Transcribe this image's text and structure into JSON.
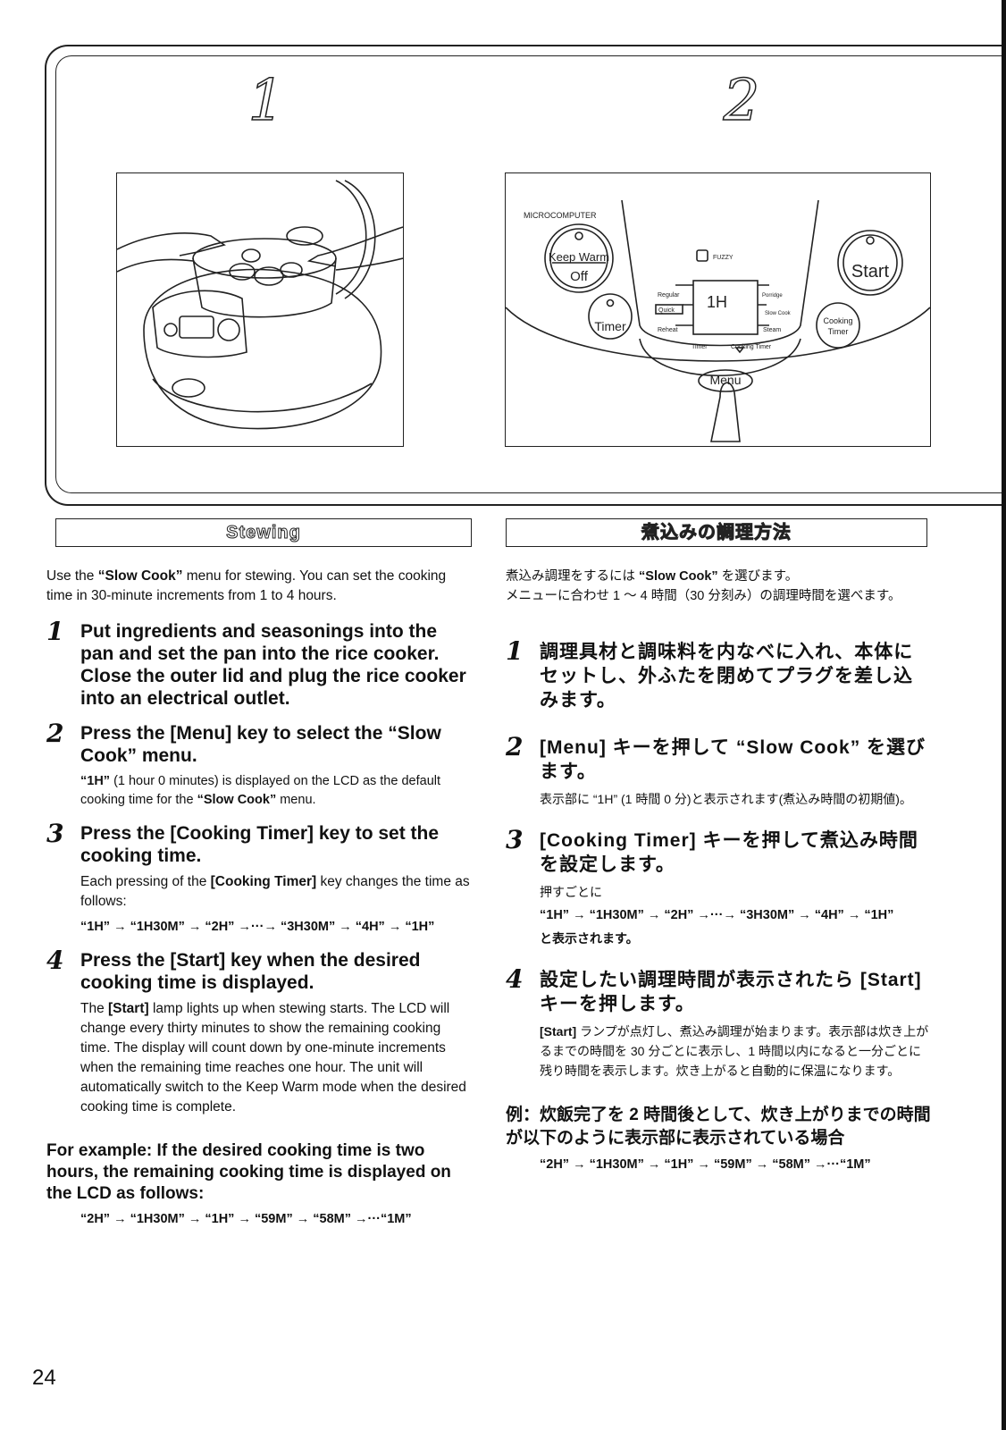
{
  "figures": {
    "step1_num": "1",
    "step2_num": "2",
    "panel": {
      "brand": "MICROCOMPUTER",
      "fuzzy": "FUZZY",
      "keep_warm": "Keep Warm",
      "off": "Off",
      "timer": "Timer",
      "start": "Start",
      "cooking_timer_1": "Cooking",
      "cooking_timer_2": "Timer",
      "regular": "Regular",
      "quick": "Quick",
      "reheat": "Reheat",
      "porridge": "Porridge",
      "slow_cook": "Slow Cook",
      "steam": "Steam",
      "lcd_text": "1H",
      "lcd_timer": "Timer",
      "lcd_cooking_timer": "Cooking Timer",
      "menu": "Menu"
    }
  },
  "english": {
    "header": "Stewing",
    "intro_pre": "Use the ",
    "intro_bold": "“Slow Cook”",
    "intro_post": " menu for stewing. You can set the cooking time in 30-minute increments from 1 to 4 hours.",
    "steps": [
      {
        "num": "1",
        "title": "Put ingredients and seasonings into the pan and set the pan into the rice cooker. Close the outer lid and plug the rice cooker into an electrical outlet."
      },
      {
        "num": "2",
        "title": "Press the [Menu] key to select the “Slow Cook” menu.",
        "desc_b1": "“1H”",
        "desc_1": " (1 hour 0 minutes) is displayed on the LCD as the default cooking time for the ",
        "desc_b2": "“Slow Cook”",
        "desc_2": " menu."
      },
      {
        "num": "3",
        "title": "Press the [Cooking Timer] key to set the cooking time.",
        "desc_1": "Each pressing of the ",
        "desc_b1": "[Cooking Timer]",
        "desc_2": " key changes the time as follows:",
        "seq": "“1H” → “1H30M” → “2H” →···→ “3H30M” → “4H” → “1H”"
      },
      {
        "num": "4",
        "title": "Press the [Start] key when the desired cooking time is displayed.",
        "desc_1": "The ",
        "desc_b1": "[Start]",
        "desc_2": " lamp lights up when stewing starts. The LCD will change every thirty minutes to show the remaining cooking time. The display will count down by one-minute increments when the remaining time reaches one hour. The unit will automatically switch to the Keep Warm mode when the desired cooking time is complete."
      }
    ],
    "example_head": "For example: If the desired cooking time is two hours, the remaining cooking time is displayed on the LCD as follows:",
    "example_seq": "“2H” → “1H30M” → “1H” → “59M” → “58M” →···“1M”"
  },
  "japanese": {
    "header": "煮込みの調理方法",
    "intro_1": "煮込み調理をするには ",
    "intro_b": "“Slow Cook”",
    "intro_2": " を選びます。",
    "intro_3": "メニューに合わせ 1 ～ 4 時間（30 分刻み）の調理時間を選べます。",
    "steps": [
      {
        "num": "1",
        "title": "調理具材と調味料を内なべに入れ、本体にセットし、外ふたを閉めてプラグを差し込みます。"
      },
      {
        "num": "2",
        "title": "[Menu] キーを押して “Slow Cook” を選びます。",
        "desc": "表示部に “1H” (1 時間 0 分)と表示されます(煮込み時間の初期値)。"
      },
      {
        "num": "3",
        "title": "[Cooking Timer] キーを押して煮込み時間を設定します。",
        "desc": "押すごとに",
        "seq": "“1H” → “1H30M” → “2H” →···→ “3H30M” → “4H” → “1H”",
        "desc_after": "と表示されます。"
      },
      {
        "num": "4",
        "title": "設定したい調理時間が表示されたら [Start] キーを押します。",
        "desc_b": "[Start]",
        "desc": " ランプが点灯し、煮込み調理が始まります。表示部は炊き上がるまでの時間を 30 分ごとに表示し、1 時間以内になると一分ごとに残り時間を表示します。炊き上がると自動的に保温になります。"
      }
    ],
    "example_head": "例：炊飯完了を 2 時間後として、炊き上がりまでの時間が以下のように表示部に表示されている場合",
    "example_seq": "“2H” → “1H30M” → “1H” → “59M” → “58M” →···“1M”"
  },
  "page_number": "24"
}
